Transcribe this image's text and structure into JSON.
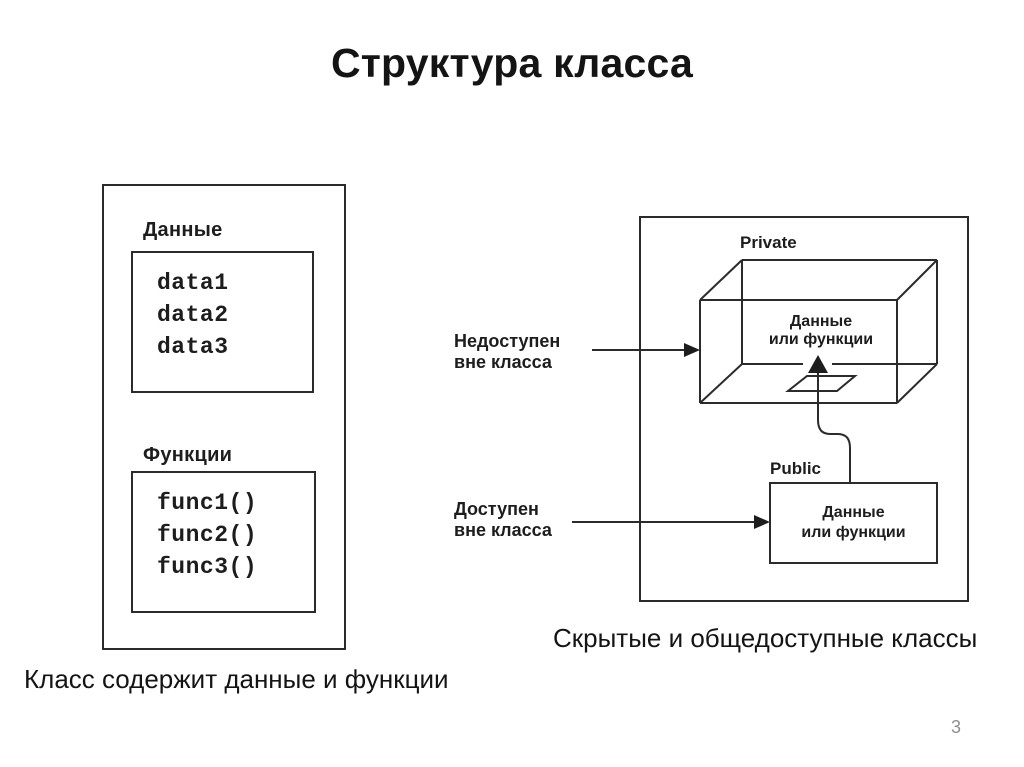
{
  "slide": {
    "title": "Структура класса",
    "page_number": "3"
  },
  "left_diagram": {
    "caption": "Класс содержит данные и функции",
    "data_section": {
      "label": "Данные",
      "items": [
        "data1",
        "data2",
        "data3"
      ]
    },
    "functions_section": {
      "label": "Функции",
      "items": [
        "func1()",
        "func2()",
        "func3()"
      ]
    }
  },
  "right_diagram": {
    "caption": "Скрытые и общедоступные классы",
    "private_box": {
      "label": "Private",
      "content": "Данные\nили функции"
    },
    "public_box": {
      "label": "Public",
      "content": "Данные\nили функции"
    },
    "private_arrow_label": "Недоступен\nвне класса",
    "public_arrow_label": "Доступен\nвне класса"
  },
  "colors": {
    "line": "#2b2b2b",
    "text": "#1d1d1d",
    "page_number": "#8f8f8f"
  }
}
